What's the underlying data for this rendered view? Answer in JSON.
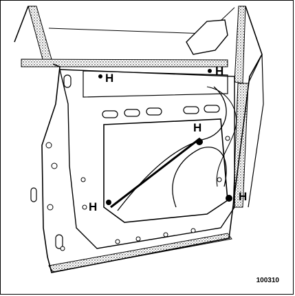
{
  "figure": {
    "callouts": [
      "H",
      "H",
      "H",
      "H",
      "H"
    ],
    "reference": "100310"
  }
}
